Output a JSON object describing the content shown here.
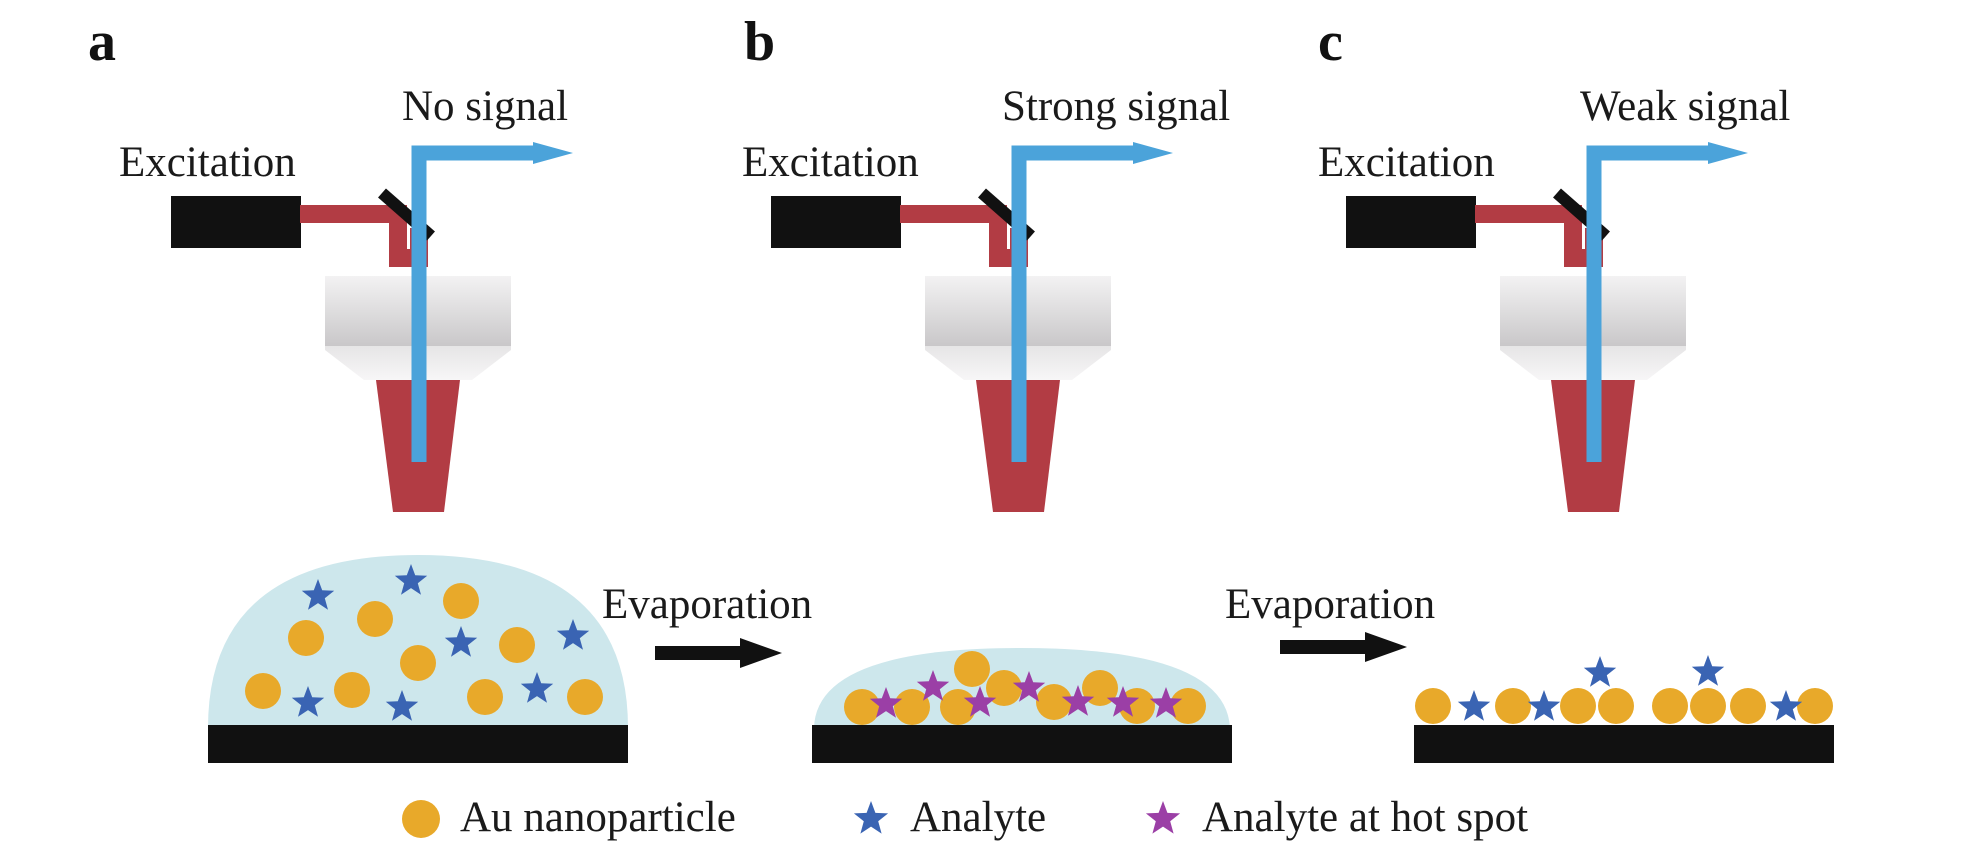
{
  "panels": [
    {
      "letter": "a",
      "excitation_label": "Excitation",
      "signal_label": "No signal"
    },
    {
      "letter": "b",
      "excitation_label": "Excitation",
      "signal_label": "Strong signal"
    },
    {
      "letter": "c",
      "excitation_label": "Excitation",
      "signal_label": "Weak signal"
    }
  ],
  "process": {
    "step1_label": "Evaporation",
    "step2_label": "Evaporation"
  },
  "legend": {
    "nanoparticle": "Au nanoparticle",
    "analyte": "Analyte",
    "hotspot": "Analyte at hot spot"
  },
  "colors": {
    "nanoparticle": "#E8A92A",
    "analyte": "#3A64B3",
    "hotspot": "#9B3FA6",
    "droplet": "#CDE7EC",
    "substrate": "#111111",
    "signal_beam": "#4BA3DA",
    "excitation_beam": "#B23C44",
    "probe_tip": "#B23C44",
    "laser_body": "#111111"
  }
}
